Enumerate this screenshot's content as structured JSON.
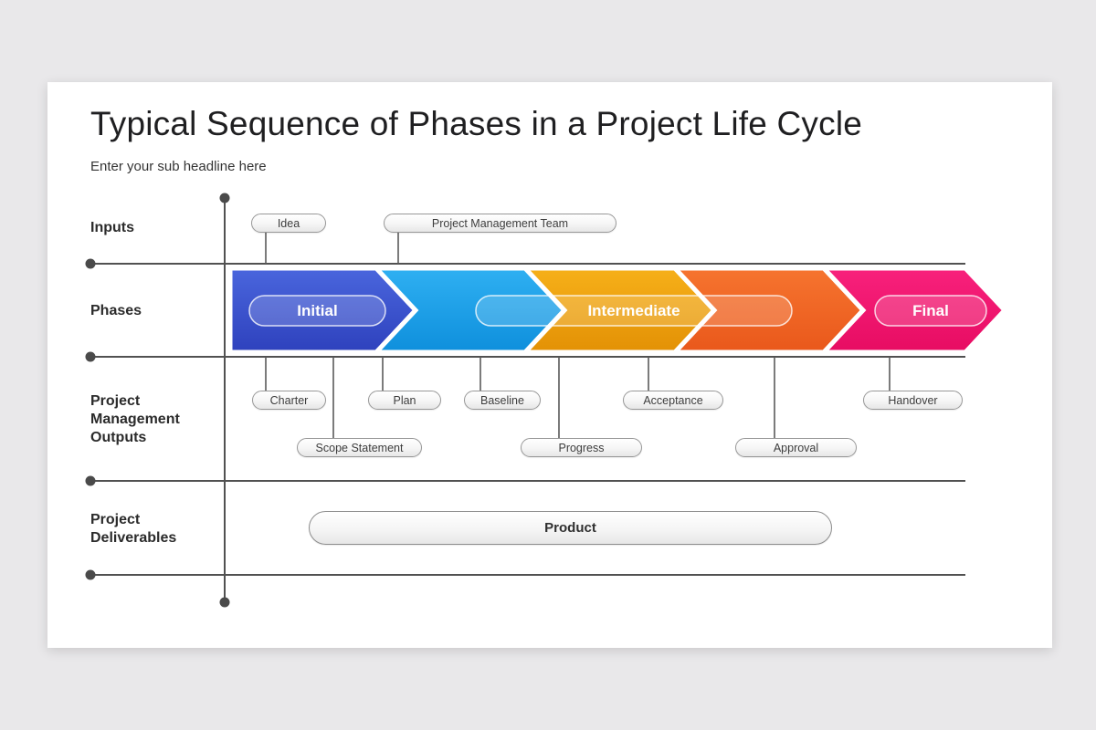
{
  "colors": {
    "page_background": "#e9e8ea",
    "card_background": "#ffffff",
    "grid_lines": "#515151",
    "phase_initial_top": "#4a66dd",
    "phase_initial_bottom": "#2e41bd",
    "phase_second_top": "#2fb0f2",
    "phase_second_bottom": "#0e8fdc",
    "phase_intermediate_top": "#f6b019",
    "phase_intermediate_bottom": "#e39105",
    "phase_fourth_top": "#f6742f",
    "phase_fourth_bottom": "#e9581b",
    "phase_final_top": "#f8217c",
    "phase_final_bottom": "#e70c62"
  },
  "slide": {
    "title": "Typical Sequence of Phases in a Project Life Cycle",
    "subtitle": "Enter your sub headline here"
  },
  "row_labels": {
    "inputs": "Inputs",
    "phases": "Phases",
    "outputs": "Project Management Outputs",
    "deliverables": "Project Deliverables"
  },
  "inputs": {
    "idea": "Idea",
    "team": "Project Management Team"
  },
  "phases": [
    {
      "label": "Initial",
      "color_top": "#4a66dd",
      "color_bottom": "#2e41bd"
    },
    {
      "label": "",
      "color_top": "#2fb0f2",
      "color_bottom": "#0e8fdc"
    },
    {
      "label": "Intermediate",
      "color_top": "#f6b019",
      "color_bottom": "#e39105"
    },
    {
      "label": "",
      "color_top": "#f6742f",
      "color_bottom": "#e9581b"
    },
    {
      "label": "Final",
      "color_top": "#f8217c",
      "color_bottom": "#e70c62"
    }
  ],
  "outputs": {
    "upper": [
      {
        "label": "Charter"
      },
      {
        "label": "Plan"
      },
      {
        "label": "Baseline"
      },
      {
        "label": "Acceptance"
      },
      {
        "label": "Handover"
      }
    ],
    "lower": [
      {
        "label": "Scope Statement"
      },
      {
        "label": "Progress"
      },
      {
        "label": "Approval"
      }
    ]
  },
  "deliverables": {
    "product": "Product"
  }
}
